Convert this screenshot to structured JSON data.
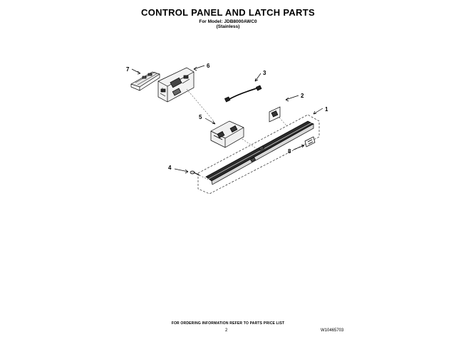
{
  "header": {
    "title": "CONTROL PANEL AND LATCH PARTS",
    "model_line": "For Model: JDB8000AWC0",
    "finish": "(Stainless)"
  },
  "callouts": [
    {
      "number": "1",
      "part": "control-panel-assembly"
    },
    {
      "number": "2",
      "part": "bracket"
    },
    {
      "number": "3",
      "part": "wire-harness"
    },
    {
      "number": "4",
      "part": "screw"
    },
    {
      "number": "5",
      "part": "latch-assembly"
    },
    {
      "number": "6",
      "part": "control-board"
    },
    {
      "number": "7",
      "part": "switch-circuit-board"
    },
    {
      "number": "8",
      "part": "clip"
    }
  ],
  "footer": {
    "ordering_note": "FOR ORDERING INFORMATION REFER TO PARTS PRICE LIST",
    "page_number": "2",
    "doc_number": "W10465703"
  }
}
